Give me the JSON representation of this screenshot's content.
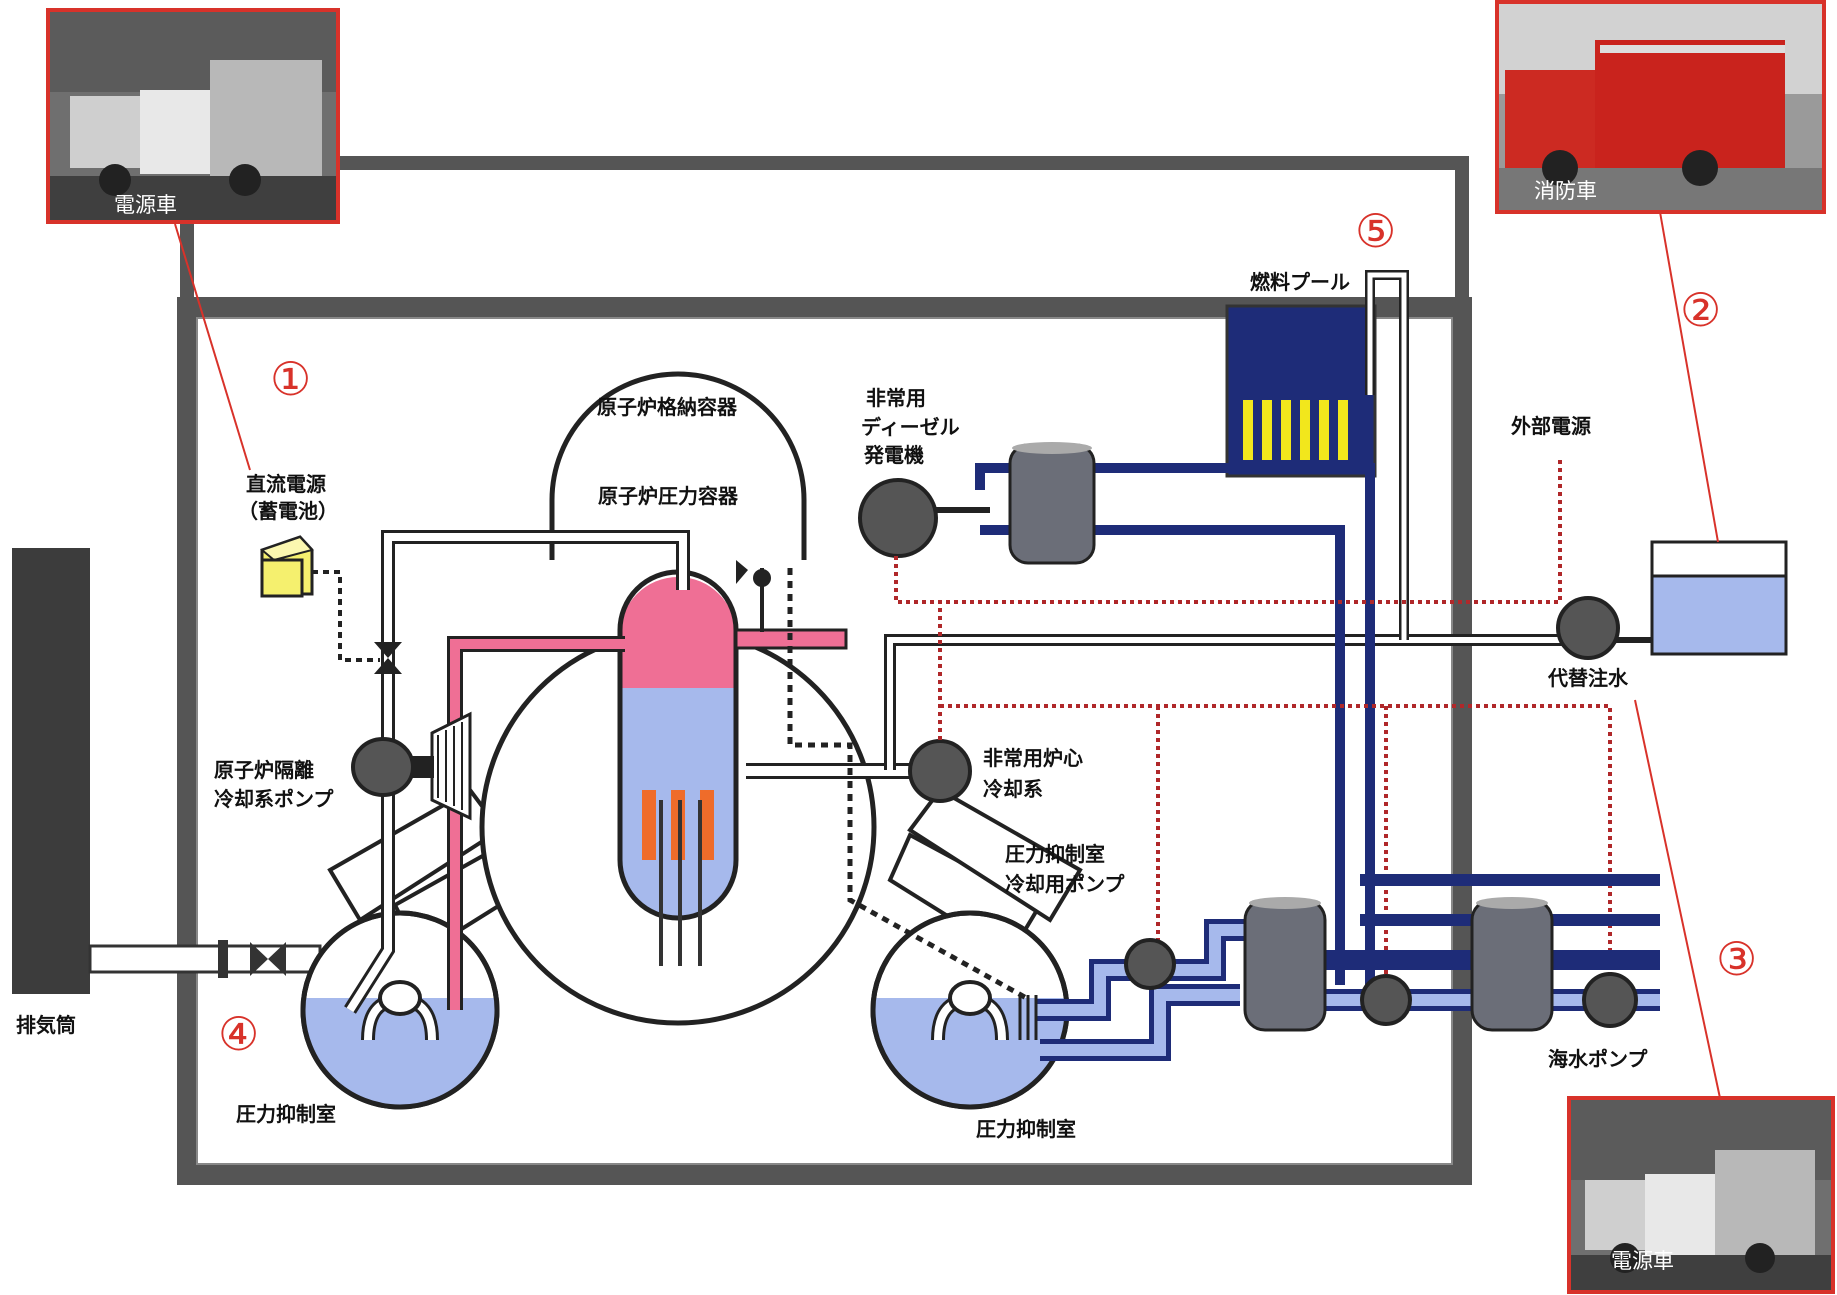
{
  "labels": {
    "containment_vessel": "原子炉格納容器",
    "pressure_vessel": "原子炉圧力容器",
    "dc_power": "直流電源",
    "battery": "（蓄電池）",
    "isolation_pump_1": "原子炉隔離",
    "isolation_pump_2": "冷却系ポンプ",
    "diesel_1": "非常用",
    "diesel_2": "ディーゼル",
    "diesel_3": "発電機",
    "fuel_pool": "燃料プール",
    "external_power": "外部電源",
    "alt_water": "代替注水",
    "eccs_1": "非常用炉心",
    "eccs_2": "冷却系",
    "sc_pump_1": "圧力抑制室",
    "sc_pump_2": "冷却用ポンプ",
    "suppression_left": "圧力抑制室",
    "suppression_right": "圧力抑制室",
    "stack": "排気筒",
    "seawater_pump": "海水ポンプ"
  },
  "photos": {
    "power_truck_top": "電源車",
    "fire_truck": "消防車",
    "power_truck_bottom": "電源車"
  },
  "numbers": {
    "n1": "①",
    "n2": "②",
    "n3": "③",
    "n4": "④",
    "n5": "⑤"
  },
  "colors": {
    "water": "#a6b9ec",
    "pink": "#ef6f95",
    "navy": "#1e2c78",
    "fuel_rod": "#ef6c2a",
    "red_accent": "#d8322a",
    "building_wall": "#555555",
    "pump_body": "#555555",
    "battery": "#f5f06e"
  }
}
